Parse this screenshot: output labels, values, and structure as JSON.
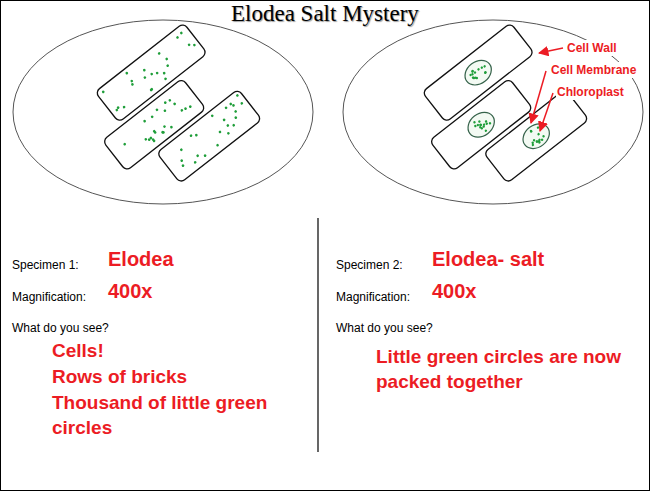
{
  "diagram": {
    "title": "Elodea Salt Mystery",
    "labels": [
      "Cell Wall",
      "Cell Membrane",
      "Chloroplast",
      "Specimen 1:",
      "Elodea",
      "Magnification:",
      "400x",
      "What do you see?",
      "Cells!",
      "Rows of bricks",
      "Thousand of little green circles",
      "Specimen 2:",
      "Elodea- salt",
      "Magnification:",
      "400x",
      "What do you see?",
      "Little green circles are now packed together"
    ]
  }
}
